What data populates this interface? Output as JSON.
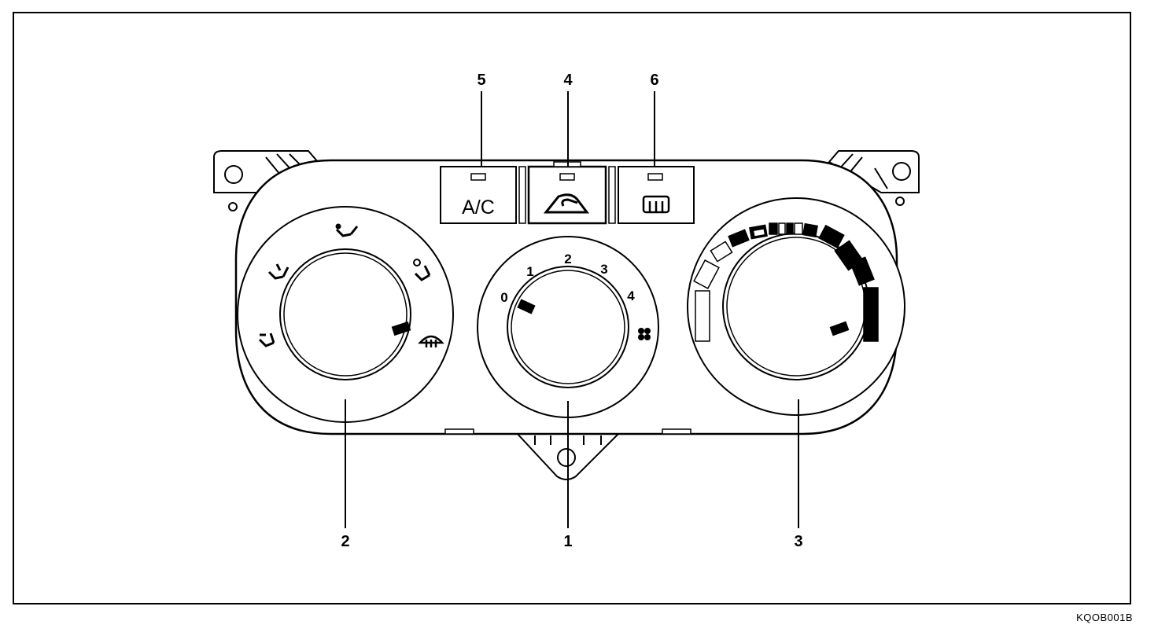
{
  "callouts": {
    "fan_knob": "1",
    "mode_knob": "2",
    "temp_knob": "3",
    "recirc_button": "4",
    "ac_button": "5",
    "rear_defrost_button": "6"
  },
  "buttons": {
    "ac_label": "A/C"
  },
  "fan_scale": [
    "0",
    "1",
    "2",
    "3",
    "4"
  ],
  "figure_code": "KQOB001B",
  "icons": {
    "mode_vent": "face-vent-icon",
    "mode_bilevel": "bilevel-vent-icon",
    "mode_floor": "floor-vent-icon",
    "mode_floor_defrost": "floor-defrost-icon",
    "mode_defrost": "windshield-defrost-icon",
    "fan_max": "fan-max-icon",
    "recirc": "recirculation-icon",
    "rear_defrost": "rear-defrost-icon"
  }
}
